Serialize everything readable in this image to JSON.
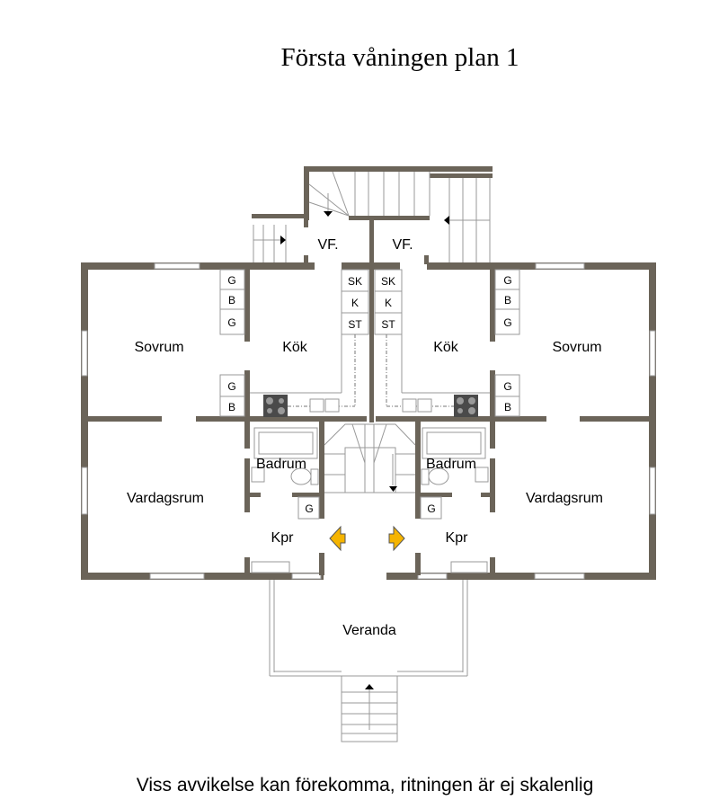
{
  "title": "Första våningen plan 1",
  "footer": "Viss avvikelse kan förekomma, ritningen är ej skalenlig",
  "rooms": {
    "vf_left": "VF.",
    "vf_right": "VF.",
    "sovrum_left": "Sovrum",
    "sovrum_right": "Sovrum",
    "kok_left": "Kök",
    "kok_right": "Kök",
    "badrum_left": "Badrum",
    "badrum_right": "Badrum",
    "vardagsrum_left": "Vardagsrum",
    "vardagsrum_right": "Vardagsrum",
    "kpr_left": "Kpr",
    "kpr_right": "Kpr",
    "veranda": "Veranda"
  },
  "cabinets": {
    "g": "G",
    "b": "B",
    "sk": "SK",
    "k": "K",
    "st": "ST"
  },
  "colors": {
    "wall": "#6b6459",
    "arrow": "#f5b400"
  }
}
